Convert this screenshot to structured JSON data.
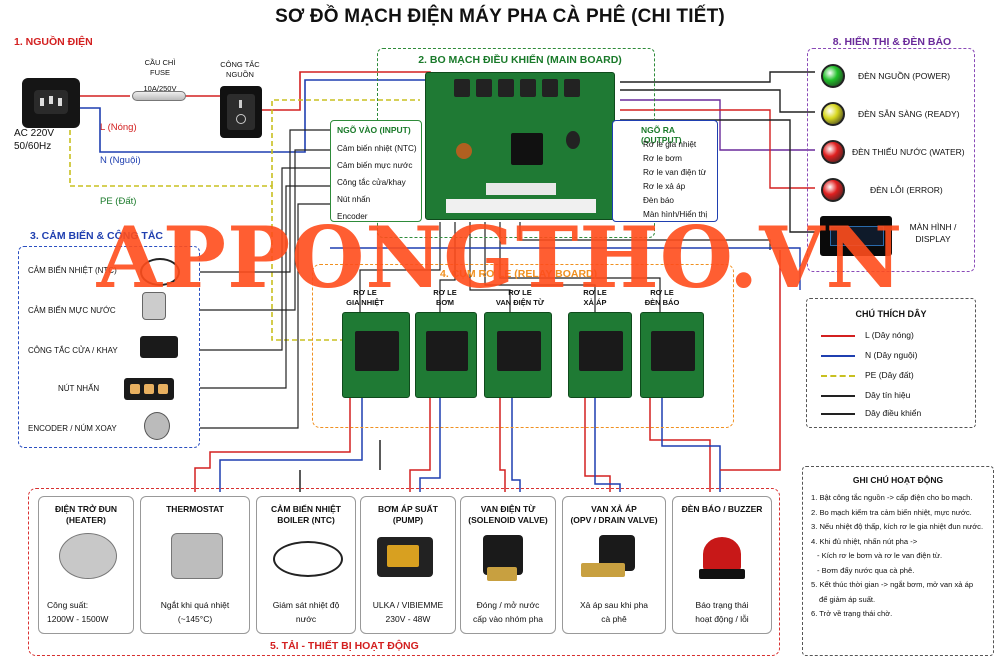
{
  "title": "SƠ ĐỒ MẠCH ĐIỆN MÁY PHA CÀ PHÊ (CHI TIẾT)",
  "watermark": "APPONGTHO.VN",
  "power": {
    "section": "1. NGUỒN ĐIỆN",
    "voltage": "AC 220V",
    "freq": "50/60Hz",
    "fuse_label": "CẦU CHÌ",
    "fuse_en": "FUSE",
    "fuse_rating": "10A/250V",
    "switch_label_1": "CÔNG TẮC",
    "switch_label_2": "NGUỒN",
    "line_L": "L (Nóng)",
    "line_N": "N (Nguội)",
    "line_PE": "PE (Đất)"
  },
  "mainboard": {
    "section": "2. BO MẠCH ĐIỀU KHIỂN (MAIN BOARD)",
    "input_title": "NGÕ VÀO (INPUT)",
    "inputs": [
      "Cảm biến nhiệt (NTC)",
      "Cảm biến mực nước",
      "Công tắc cửa/khay",
      "Nút nhấn",
      "Encoder"
    ],
    "output_title": "NGÕ RA (OUTPUT)",
    "outputs": [
      "Rơ le gia nhiệt",
      "Rơ le bơm",
      "Rơ le van điện từ",
      "Rơ le xả áp",
      "Đèn báo",
      "Màn hình/Hiển thị"
    ]
  },
  "sensors": {
    "section": "3. CẢM BIẾN & CÔNG TẮC",
    "items": [
      "CẢM BIẾN NHIỆT (NTC)",
      "CẢM BIẾN MỰC NƯỚC",
      "CÔNG TẮC CỬA / KHAY",
      "NÚT NHẤN",
      "ENCODER / NÚM XOAY"
    ]
  },
  "relays": {
    "section": "4. CỤM RƠ LE (RELAY BOARD)",
    "items": [
      {
        "l1": "RƠ LE",
        "l2": "GIA NHIỆT"
      },
      {
        "l1": "RƠ LE",
        "l2": "BƠM"
      },
      {
        "l1": "RƠ LE",
        "l2": "VAN ĐIỆN TỪ"
      },
      {
        "l1": "RƠ LE",
        "l2": "XẢ ÁP"
      },
      {
        "l1": "RƠ LE",
        "l2": "ĐÈN BÁO"
      }
    ]
  },
  "loads": {
    "section": "5. TẢI - THIẾT BỊ HOẠT ĐỘNG",
    "items": [
      {
        "t1": "ĐIỆN TRỞ ĐUN",
        "t2": "(HEATER)",
        "d1": "Công suất:",
        "d2": "1200W - 1500W"
      },
      {
        "t1": "THERMOSTAT",
        "t2": "",
        "d1": "Ngắt khi quá nhiệt",
        "d2": "(~145°C)"
      },
      {
        "t1": "CẢM BIẾN NHIỆT",
        "t2": "BOILER (NTC)",
        "d1": "Giám sát nhiệt độ",
        "d2": "nước"
      },
      {
        "t1": "BƠM ÁP SUẤT",
        "t2": "(PUMP)",
        "d1": "ULKA / VIBIEMME",
        "d2": "230V - 48W"
      },
      {
        "t1": "VAN ĐIỆN TỪ",
        "t2": "(SOLENOID VALVE)",
        "d1": "Đóng / mở nước",
        "d2": "cấp vào nhóm pha"
      },
      {
        "t1": "VAN XẢ ÁP",
        "t2": "(OPV / DRAIN VALVE)",
        "d1": "Xả áp sau khi pha",
        "d2": "cà phê"
      },
      {
        "t1": "ĐÈN BÁO / BUZZER",
        "t2": "",
        "d1": "Báo trạng thái",
        "d2": "hoạt động / lỗi"
      }
    ]
  },
  "display": {
    "section": "8. HIỂN THỊ & ĐÈN BÁO",
    "leds": [
      {
        "label": "ĐÈN NGUỒN (POWER)",
        "color": "#22c02a"
      },
      {
        "label": "ĐÈN SẴN SÀNG (READY)",
        "color": "#d8d820"
      },
      {
        "label": "ĐÈN THIẾU NƯỚC (WATER)",
        "color": "#e02020"
      },
      {
        "label": "ĐÈN LỖI (ERROR)",
        "color": "#e02020"
      }
    ],
    "screen_label_1": "MÀN HÌNH /",
    "screen_label_2": "DISPLAY"
  },
  "legend": {
    "title": "CHÚ THÍCH DÂY",
    "items": [
      {
        "label": "L (Dây nóng)",
        "color": "#d32020",
        "style": "solid"
      },
      {
        "label": "N (Dây nguội)",
        "color": "#1f3fb0",
        "style": "solid"
      },
      {
        "label": "PE (Dây đất)",
        "color": "#c8c020",
        "style": "dashed"
      },
      {
        "label": "Dây tín hiệu",
        "color": "#222222",
        "style": "solid"
      },
      {
        "label": "Dây điều khiển",
        "color": "#222222",
        "style": "solid"
      }
    ]
  },
  "notes": {
    "title": "GHI CHÚ HOẠT ĐỘNG",
    "lines": [
      "1. Bật công tắc nguồn -> cấp điện cho bo mạch.",
      "2. Bo mạch kiểm tra cảm biến nhiệt, mực nước.",
      "3. Nếu nhiệt độ thấp, kích rơ le gia nhiệt đun nước.",
      "4. Khi đủ nhiệt, nhấn nút pha ->",
      "- Kích rơ le bơm và rơ le van điện từ.",
      "- Bơm đẩy nước qua cà phê.",
      "5. Kết thúc thời gian -> ngắt bơm, mở van xả áp",
      "để giảm áp suất.",
      "6. Trở về trạng thái chờ."
    ]
  }
}
